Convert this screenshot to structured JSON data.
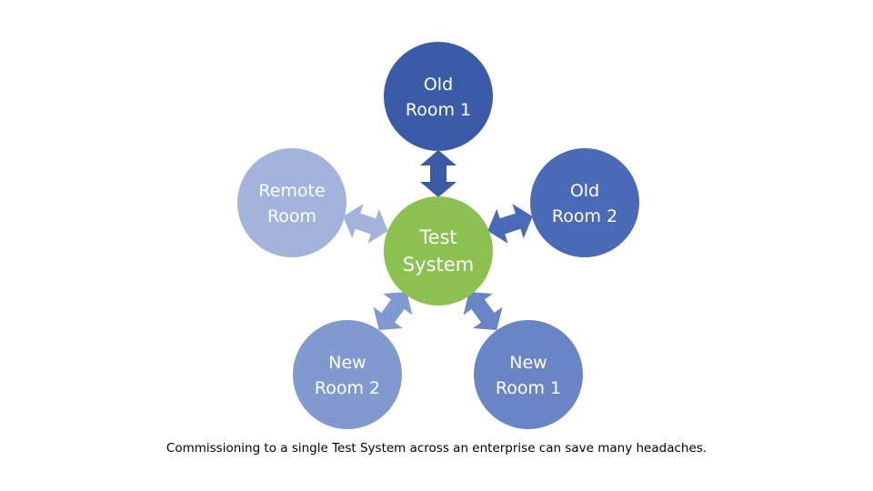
{
  "diagram": {
    "center": {
      "line1": "Test",
      "line2": "System",
      "color": "#8cc152"
    },
    "nodes": [
      {
        "id": "old-room-1",
        "line1": "Old",
        "line2": "Room 1",
        "color": "#3b5ba8",
        "arrow_color": "#3b5ba8"
      },
      {
        "id": "old-room-2",
        "line1": "Old",
        "line2": "Room 2",
        "color": "#4a69b6",
        "arrow_color": "#4a69b6"
      },
      {
        "id": "new-room-1",
        "line1": "New",
        "line2": "Room 1",
        "color": "#6a85c6",
        "arrow_color": "#6a85c6"
      },
      {
        "id": "new-room-2",
        "line1": "New",
        "line2": "Room 2",
        "color": "#8299cf",
        "arrow_color": "#8299cf"
      },
      {
        "id": "remote-room",
        "line1": "Remote",
        "line2": "Room",
        "color": "#a3b3dc",
        "arrow_color": "#a3b3dc"
      }
    ]
  },
  "caption": "Commissioning to a single Test System across an enterprise can save many headaches."
}
